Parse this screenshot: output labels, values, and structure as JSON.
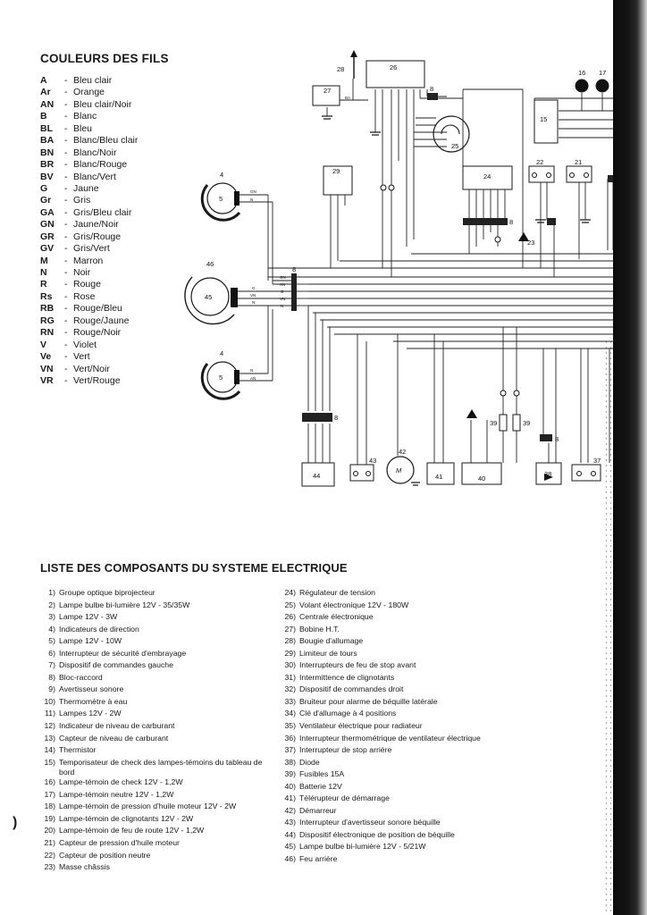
{
  "legend": {
    "title": "COULEURS DES FILS",
    "separator": "-",
    "items": [
      {
        "code": "A",
        "label": "Bleu clair"
      },
      {
        "code": "Ar",
        "label": "Orange"
      },
      {
        "code": "AN",
        "label": "Bleu clair/Noir"
      },
      {
        "code": "B",
        "label": "Blanc"
      },
      {
        "code": "BL",
        "label": "Bleu"
      },
      {
        "code": "BA",
        "label": "Blanc/Bleu clair"
      },
      {
        "code": "BN",
        "label": "Blanc/Noir"
      },
      {
        "code": "BR",
        "label": "Blanc/Rouge"
      },
      {
        "code": "BV",
        "label": "Blanc/Vert"
      },
      {
        "code": "G",
        "label": "Jaune"
      },
      {
        "code": "Gr",
        "label": "Gris"
      },
      {
        "code": "GA",
        "label": "Gris/Bleu clair"
      },
      {
        "code": "GN",
        "label": "Jaune/Noir"
      },
      {
        "code": "GR",
        "label": "Gris/Rouge"
      },
      {
        "code": "GV",
        "label": "Gris/Vert"
      },
      {
        "code": "M",
        "label": "Marron"
      },
      {
        "code": "N",
        "label": "Noir"
      },
      {
        "code": "R",
        "label": "Rouge"
      },
      {
        "code": "Rs",
        "label": "Rose"
      },
      {
        "code": "RB",
        "label": "Rouge/Bleu"
      },
      {
        "code": "RG",
        "label": "Rouge/Jaune"
      },
      {
        "code": "RN",
        "label": "Rouge/Noir"
      },
      {
        "code": "V",
        "label": "Violet"
      },
      {
        "code": "Ve",
        "label": "Vert"
      },
      {
        "code": "VN",
        "label": "Vert/Noir"
      },
      {
        "code": "VR",
        "label": "Vert/Rouge"
      }
    ]
  },
  "components": {
    "title": "LISTE DES COMPOSANTS DU SYSTEME ELECTRIQUE",
    "column1": [
      {
        "num": "1)",
        "text": "Groupe optique biprojecteur"
      },
      {
        "num": "2)",
        "text": "Lampe bulbe bi-lumière 12V - 35/35W"
      },
      {
        "num": "3)",
        "text": "Lampe 12V - 3W"
      },
      {
        "num": "4)",
        "text": "Indicateurs de direction"
      },
      {
        "num": "5)",
        "text": "Lampe 12V - 10W"
      },
      {
        "num": "6)",
        "text": "Interrupteur de sécurité d'embrayage"
      },
      {
        "num": "7)",
        "text": "Dispositif de commandes gauche"
      },
      {
        "num": "8)",
        "text": "Bloc-raccord"
      },
      {
        "num": "9)",
        "text": "Avertisseur sonore"
      },
      {
        "num": "10)",
        "text": "Thermomètre à eau"
      },
      {
        "num": "11)",
        "text": "Lampes 12V - 2W"
      },
      {
        "num": "12)",
        "text": "Indicateur de niveau de carburant"
      },
      {
        "num": "13)",
        "text": "Capteur de niveau de carburant"
      },
      {
        "num": "14)",
        "text": "Thermistor"
      },
      {
        "num": "15)",
        "text": "Temporisateur de check des lampes-témoins du tableau de bord"
      },
      {
        "num": "16)",
        "text": "Lampe-témoin de check 12V - 1,2W"
      },
      {
        "num": "17)",
        "text": "Lampe-témoin neutre 12V - 1,2W"
      },
      {
        "num": "18)",
        "text": "Lampe-témoin de pression d'huile moteur 12V - 2W"
      },
      {
        "num": "19)",
        "text": "Lampe-témoin de clignotants 12V - 2W"
      },
      {
        "num": "20)",
        "text": "Lampe-témoin de feu de route 12V - 1,2W"
      },
      {
        "num": "21)",
        "text": "Capteur de pression d'huile moteur"
      },
      {
        "num": "22)",
        "text": "Capteur de position neutre"
      },
      {
        "num": "23)",
        "text": "Masse châssis"
      }
    ],
    "column2": [
      {
        "num": "24)",
        "text": "Régulateur de tension"
      },
      {
        "num": "25)",
        "text": "Volant électronique 12V - 180W"
      },
      {
        "num": "26)",
        "text": "Centrale électronique"
      },
      {
        "num": "27)",
        "text": "Bobine H.T."
      },
      {
        "num": "28)",
        "text": "Bougie d'allumage"
      },
      {
        "num": "29)",
        "text": "Limiteur de tours"
      },
      {
        "num": "30)",
        "text": "Interrupteurs de feu de stop avant"
      },
      {
        "num": "31)",
        "text": "Intermittence de clignotants"
      },
      {
        "num": "32)",
        "text": "Dispositif de commandes droit"
      },
      {
        "num": "33)",
        "text": "Bruiteur pour alarme de béquille latérale"
      },
      {
        "num": "34)",
        "text": "Clé d'allumage à 4 positions"
      },
      {
        "num": "35)",
        "text": "Ventilateur électrique pour radiateur"
      },
      {
        "num": "36)",
        "text": "Interrupteur thermométrique de ventilateur électrique"
      },
      {
        "num": "37)",
        "text": "Interrupteur de stop arrière"
      },
      {
        "num": "38)",
        "text": "Diode"
      },
      {
        "num": "39)",
        "text": "Fusibles 15A"
      },
      {
        "num": "40)",
        "text": "Batterie 12V"
      },
      {
        "num": "41)",
        "text": "Télérupteur de démarrage"
      },
      {
        "num": "42)",
        "text": "Démarreur"
      },
      {
        "num": "43)",
        "text": "Interrupteur d'avertisseur sonore béquille"
      },
      {
        "num": "44)",
        "text": "Dispositif électronique de position de béquille"
      },
      {
        "num": "45)",
        "text": "Lampe bulbe bi-lumière 12V - 5/21W"
      },
      {
        "num": "46)",
        "text": "Feu arrière"
      }
    ]
  },
  "diagram": {
    "labels": {
      "c4a": "4",
      "c5a": "5",
      "c46": "46",
      "c45": "45",
      "c4b": "4",
      "c5b": "5",
      "c28": "28",
      "c26": "26",
      "c27": "27",
      "c25": "25",
      "c29": "29",
      "c24": "24",
      "c22": "22",
      "c21": "21",
      "c16": "16",
      "c17": "17",
      "c15": "15",
      "c23": "23",
      "c42": "42",
      "c43": "43",
      "c44": "44",
      "c41": "41",
      "c40": "40",
      "c39a": "39",
      "c39b": "39",
      "c38": "38",
      "c37": "37",
      "m": "M",
      "k8a": "8",
      "k8b": "8",
      "k8c": "8",
      "k8d": "8",
      "k8e": "8",
      "w_gn": "GN",
      "w_n1": "N",
      "w_g": "G",
      "w_vn": "VN",
      "w_n2": "N",
      "w_gn2": "GN",
      "w_an": "AN",
      "w_g2": "G",
      "w_vn2": "VN",
      "w_n3": "N",
      "w_n4": "N",
      "w_an2": "AN",
      "w_ba": "BA"
    }
  }
}
